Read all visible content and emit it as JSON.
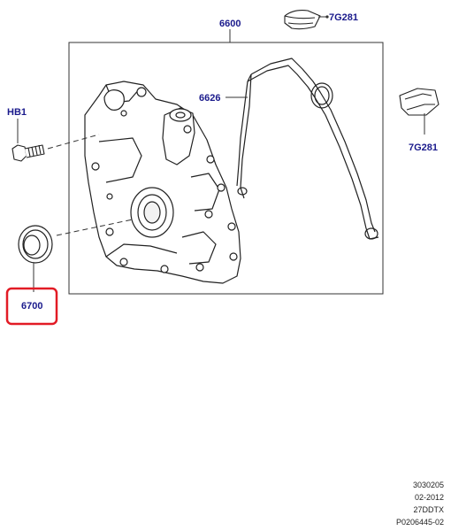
{
  "callouts": {
    "oil_pump_assembly": "6600",
    "gasket": "6626",
    "clip_top": "7G281",
    "clip_right": "7G281",
    "bolt": "HB1",
    "seal": "6700"
  },
  "highlight_color": "#e21b25",
  "label_color": "#1a1a8c",
  "footer": {
    "line1": "3030205",
    "line2": "02-2012",
    "line3": "27DDTX",
    "line4": "P0206445-02"
  }
}
